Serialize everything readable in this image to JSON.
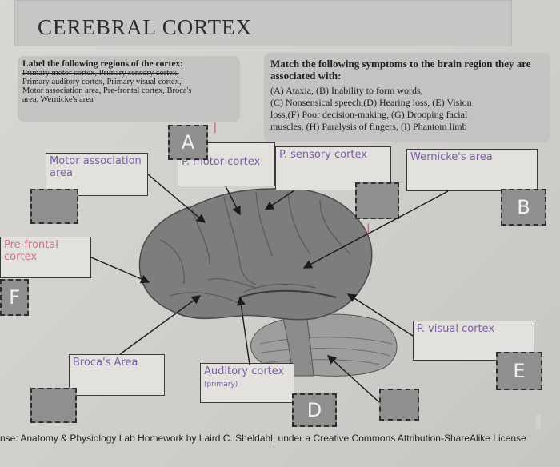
{
  "title": "CEREBRAL CORTEX",
  "left_instructions": {
    "heading": "Label the following regions of the cortex:",
    "items": [
      "Primary motor cortex, Primary sensory cortex,",
      "Primary auditory cortex, Primary visual cortex,",
      "Motor association area, Pre-frontal cortex, Broca's",
      "area, Wernicke's area"
    ]
  },
  "right_instructions": {
    "heading": "Match the following symptoms to the brain region they are associated with:",
    "lines": [
      "(A) Ataxia, (B) Inability to form words,",
      "(C) Nonsensical speech,(D) Hearing loss, (E) Vision",
      "loss,(F) Poor decision-making, (G) Drooping facial",
      "muscles, (H) Paralysis of fingers, (I) Phantom limb"
    ]
  },
  "labels": {
    "motor_assoc": "Motor association area",
    "p_motor": "P. motor cortex",
    "p_sensory": "P. sensory cortex",
    "wernicke": "Wernicke's area",
    "prefrontal": "Pre-frontal cortex",
    "p_visual": "P. visual cortex",
    "broca": "Broca's Area",
    "auditory": "Auditory cortex",
    "auditory_note": "(primary)"
  },
  "answers": {
    "top_motor": "A",
    "top_motor_mark": "I",
    "sensory_mark": "I",
    "wernicke": "B",
    "prefrontal": "F",
    "visual": "E",
    "auditory": "D"
  },
  "footer": "nse: Anatomy & Physiology Lab Homework by Laird C. Sheldahl, under a Creative Commons Attribution-ShareAlike License"
}
